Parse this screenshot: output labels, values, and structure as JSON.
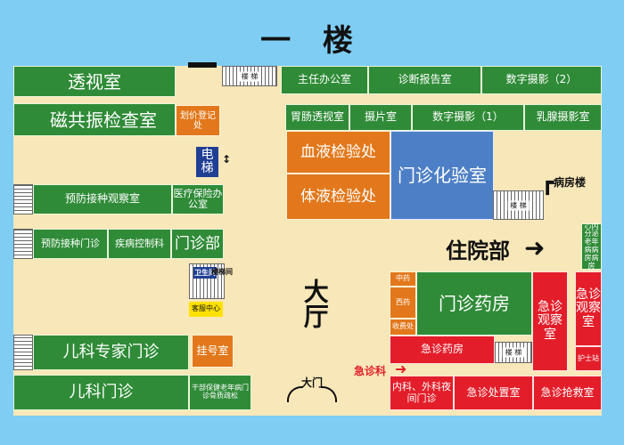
{
  "title": "一 楼",
  "rooms": {
    "fluoroscopy": "透视室",
    "mri": "磁共振检查室",
    "price_registration": "划价登记处",
    "elevator": "电梯",
    "vaccination_observation": "预防接种观察室",
    "medical_insurance_office": "医疗保险办公室",
    "vaccination_clinic": "预防接种门诊",
    "disease_control": "疾病控制科",
    "outpatient_dept": "门诊部",
    "customer_service": "客服中心",
    "pediatric_expert_clinic": "儿科专家门诊",
    "registration": "挂号室",
    "pediatric_clinic": "儿科门诊",
    "geriatric_clinic": "干部保健老年病门诊骨质疏松",
    "director_office": "主任办公室",
    "diagnosis_report_room": "诊断报告室",
    "digital_imaging_2": "数字摄影（2）",
    "gi_fluoroscopy": "胃肠透视室",
    "film_room": "摄片室",
    "digital_imaging_1": "数字摄影（1）",
    "mammography": "乳腺摄影室",
    "blood_lab": "血液检验处",
    "body_fluid_lab": "体液检验处",
    "outpatient_lab": "门诊化验室",
    "ward_building": "病房楼",
    "inpatient_dept": "住院部",
    "internal_medicine_ward": "心内分泌老年病病房病房",
    "chinese_medicine": "中药",
    "western_medicine": "西药",
    "cashier": "收费处",
    "outpatient_pharmacy": "门诊药房",
    "emergency_observation_1": "急诊观察室",
    "emergency_observation_2": "急诊观察室",
    "nurse_station": "护士站",
    "emergency_pharmacy": "急诊药房",
    "emergency_department": "急诊科",
    "night_clinic": "内科、外科夜间门诊",
    "emergency_treatment": "急诊处置室",
    "emergency_rescue": "急诊抢救室",
    "hall": "大厅",
    "main_gate": "大门"
  },
  "stairs_label": "楼 梯",
  "small_labels": {
    "security_room": "卫生间",
    "stair_room": "楼梯间"
  }
}
